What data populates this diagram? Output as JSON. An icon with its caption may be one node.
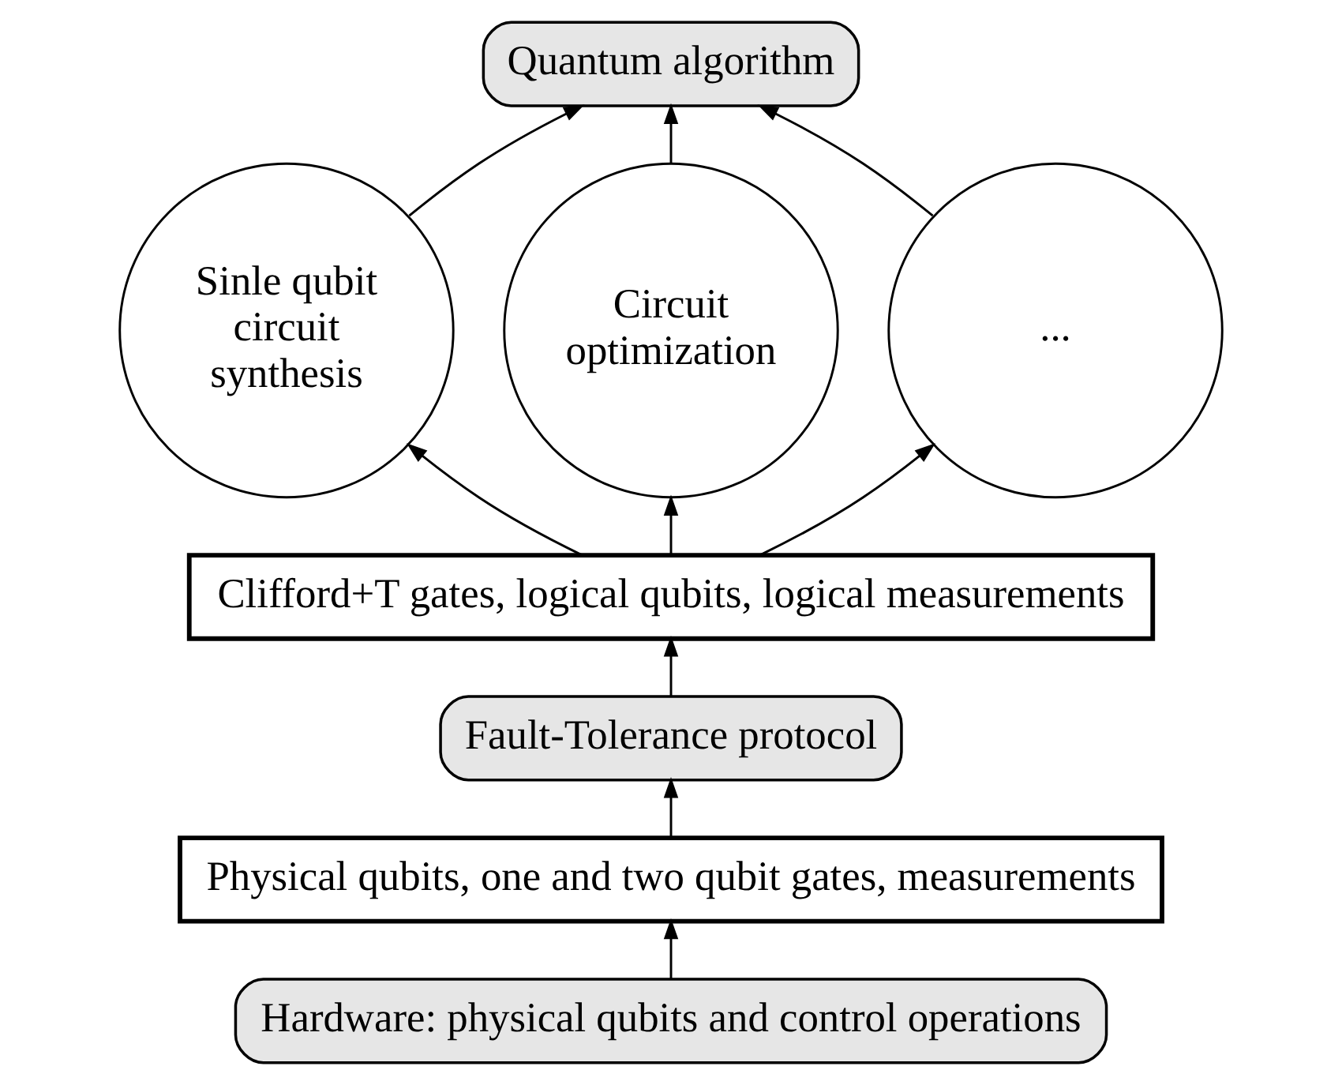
{
  "diagram": {
    "nodes": [
      {
        "text": [
          "Quantum algorithm"
        ]
      },
      {
        "text": [
          "Sinle qubit circuit synthesis"
        ]
      },
      {
        "text": [
          "Circuit optimization"
        ]
      },
      {
        "text": [
          "..."
        ]
      },
      {
        "text": [
          "Clifford+T gates, logical qubits, logical measurements"
        ]
      },
      {
        "text": [
          "Fault-Tolerance protocol"
        ]
      },
      {
        "text": [
          "Physical qubits, one and two qubit gates, measurements"
        ]
      },
      {
        "text": [
          "Hardware: physical qubits and control operations"
        ]
      }
    ],
    "edges": [
      {
        "from": 7,
        "to": 6,
        "arrow": "to"
      },
      {
        "from": 6,
        "to": 5,
        "arrow": "to"
      },
      {
        "from": 5,
        "to": 4,
        "arrow": "to"
      },
      {
        "from": 4,
        "to": 1,
        "arrow": "to"
      },
      {
        "from": 4,
        "to": 2,
        "arrow": "to"
      },
      {
        "from": 4,
        "to": 3,
        "arrow": "to"
      },
      {
        "from": 1,
        "to": 0,
        "arrow": "to"
      },
      {
        "from": 2,
        "to": 0,
        "arrow": "to"
      },
      {
        "from": 3,
        "to": 0,
        "arrow": "to"
      }
    ]
  }
}
